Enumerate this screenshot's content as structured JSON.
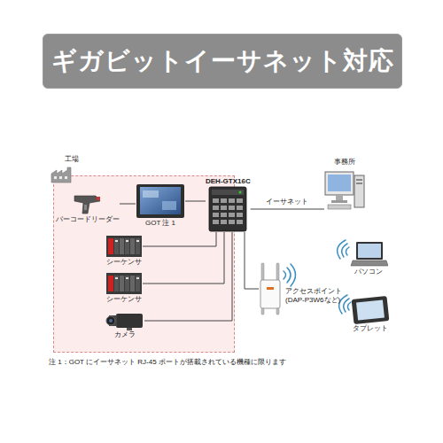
{
  "diagram": {
    "title": "ギガビットイーサネット対応",
    "nodes": [
      {
        "text": [
          "工場"
        ]
      },
      {
        "text": [
          "バーコードリーダー"
        ],
        "in": 0
      },
      {
        "text": [
          "GOT 注 1"
        ],
        "in": 0
      },
      {
        "text": [
          "シーケンサ"
        ],
        "in": 0
      },
      {
        "text": [
          "シーケンサ"
        ],
        "in": 0
      },
      {
        "text": [
          "カメラ"
        ],
        "in": 0
      },
      {
        "text": [
          "DEH-GTX16C"
        ]
      },
      {
        "text": [
          "事務所"
        ]
      },
      {
        "text": [
          "アクセスポイント (DAP-P3W6など)"
        ]
      },
      {
        "text": [
          "パソコン"
        ]
      },
      {
        "text": [
          "タブレット"
        ]
      }
    ],
    "edges": [
      {
        "from": 1,
        "to": 2,
        "arrow": "none"
      },
      {
        "from": 2,
        "to": 6,
        "arrow": "none"
      },
      {
        "from": 3,
        "to": 6,
        "arrow": "none"
      },
      {
        "from": 4,
        "to": 6,
        "arrow": "none"
      },
      {
        "from": 5,
        "to": 6,
        "arrow": "none"
      },
      {
        "from": 6,
        "to": 8,
        "arrow": "none"
      },
      {
        "from": 6,
        "to": 7,
        "label": "イーサネット",
        "arrow": "none"
      }
    ],
    "labels": [
      "注 1：GOT にイーサネット RJ-45 ポートが搭載されている機種に限ります"
    ]
  }
}
